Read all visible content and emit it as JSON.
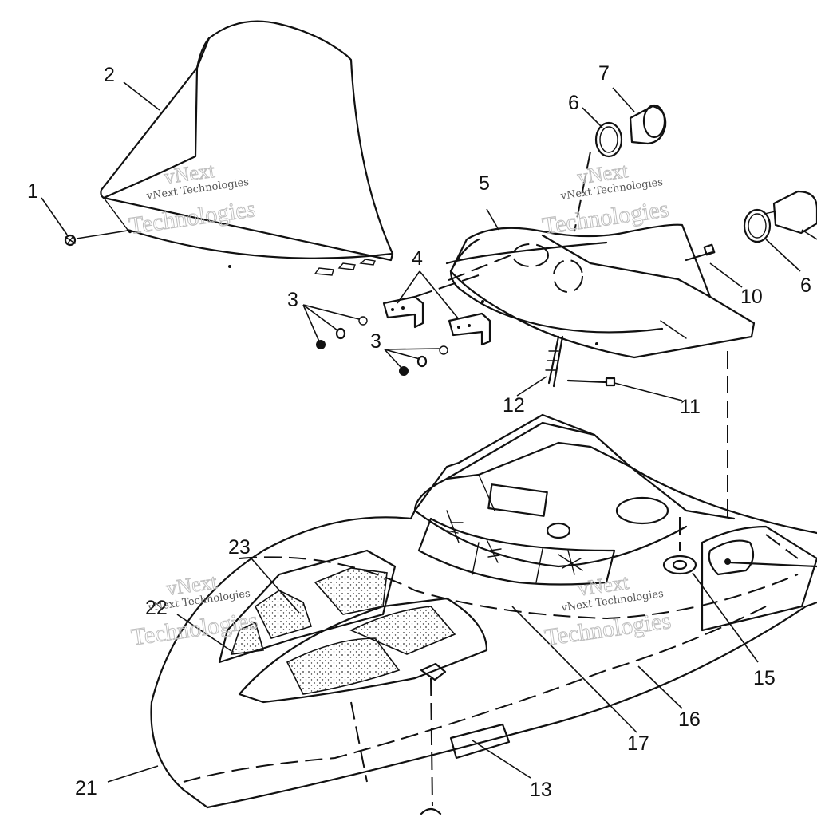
{
  "callouts": {
    "c1": "1",
    "c2": "2",
    "c3a": "3",
    "c3b": "3",
    "c4": "4",
    "c5": "5",
    "c6a": "6",
    "c6b": "6",
    "c7": "7",
    "c10": "10",
    "c11": "11",
    "c12": "12",
    "c13": "13",
    "c15": "15",
    "c16": "16",
    "c17": "17",
    "c21": "21",
    "c22": "22",
    "c23": "23"
  },
  "watermark": {
    "line_small": "vNext Technologies",
    "line_big_1": "vNext",
    "line_big_2": "Technologies"
  },
  "colors": {
    "ink": "#111111",
    "paper": "#ffffff",
    "watermark": "#bfbfbf"
  }
}
